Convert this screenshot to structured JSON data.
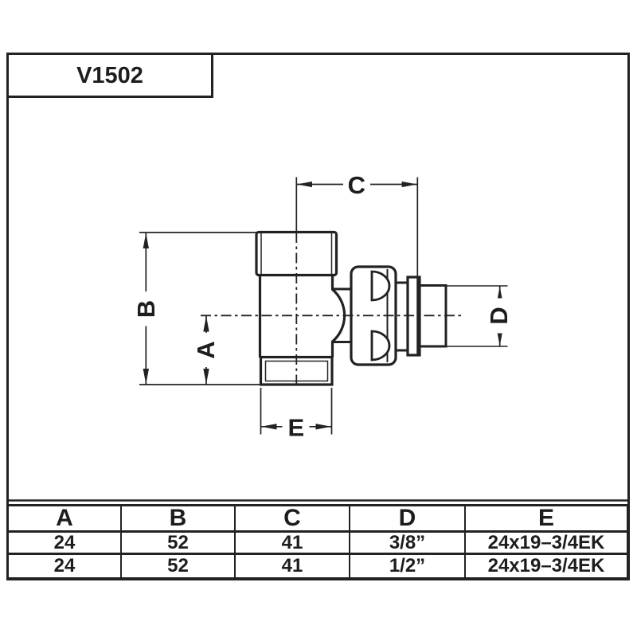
{
  "title_block": {
    "part_number": "V1502"
  },
  "colors": {
    "ink": "#222222",
    "paper": "#ffffff"
  },
  "drawing": {
    "description": "angle radiator valve side view with dimension callouts",
    "dim_labels": {
      "A": "A",
      "B": "B",
      "C": "C",
      "D": "D",
      "E": "E"
    }
  },
  "table": {
    "headers": [
      "A",
      "B",
      "C",
      "D",
      "E"
    ],
    "rows": [
      [
        "24",
        "52",
        "41",
        "3/8”",
        "24x19–3/4EK"
      ],
      [
        "24",
        "52",
        "41",
        "1/2”",
        "24x19–3/4EK"
      ]
    ]
  }
}
